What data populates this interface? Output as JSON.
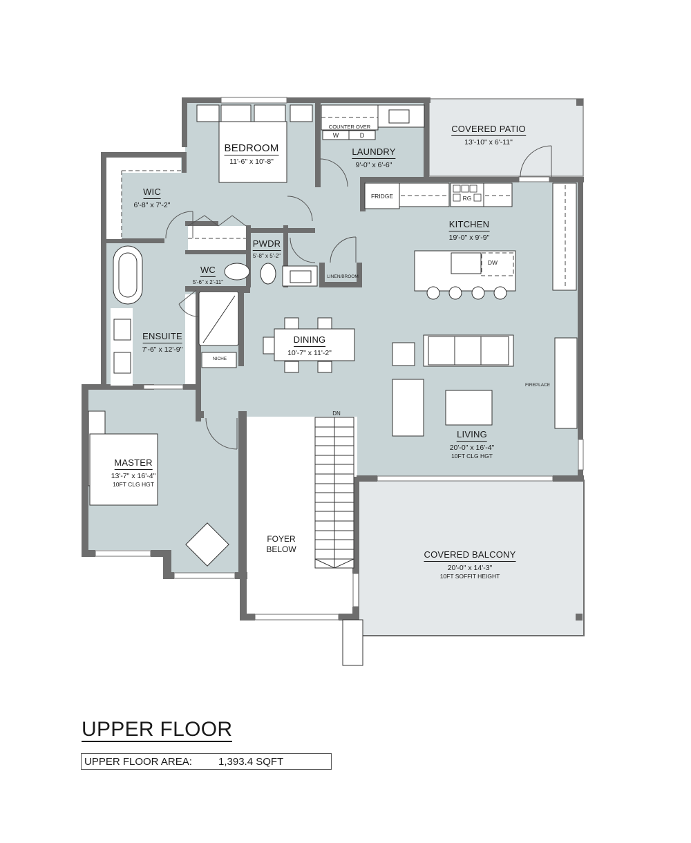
{
  "plan": {
    "title": "UPPER FLOOR",
    "area_label": "UPPER FLOOR AREA:",
    "area_value": "1,393.4 SQFT",
    "colors": {
      "interior_fill": "#c8d4d6",
      "exterior_fill": "#e4e8ea",
      "wall": "#6e6e6e",
      "fixture": "#ffffff",
      "text": "#1a1a1a"
    }
  },
  "rooms": {
    "bedroom": {
      "name": "BEDROOM",
      "dim": "11'-6\" x 10'-8\""
    },
    "laundry": {
      "name": "LAUNDRY",
      "dim": "9'-0\" x 6'-6\""
    },
    "covered_patio": {
      "name": "COVERED PATIO",
      "dim": "13'-10\" x 6'-11\""
    },
    "wic": {
      "name": "WIC",
      "dim": "6'-8\" x 7'-2\""
    },
    "pwdr": {
      "name": "PWDR",
      "dim": "5'-8\" x 5'-2\""
    },
    "wc": {
      "name": "WC",
      "dim": "5'-6\" x 2'-11\""
    },
    "kitchen": {
      "name": "KITCHEN",
      "dim": "19'-0\" x 9'-9\""
    },
    "ensuite": {
      "name": "ENSUITE",
      "dim": "7'-6\" x 12'-9\""
    },
    "dining": {
      "name": "DINING",
      "dim": "10'-7\" x 11'-2\""
    },
    "living": {
      "name": "LIVING",
      "dim": "20'-0\" x 16'-4\"",
      "note": "10FT CLG HGT"
    },
    "master": {
      "name": "MASTER",
      "dim": "13'-7\" x 16'-4\"",
      "note": "10FT CLG HGT"
    },
    "foyer": {
      "line1": "FOYER",
      "line2": "BELOW"
    },
    "covered_balcony": {
      "name": "COVERED BALCONY",
      "dim": "20'-0\" x 14'-3\"",
      "note": "10FT SOFFIT HEIGHT"
    }
  },
  "fixtures": {
    "counter_over": "COUNTER OVER",
    "washer": "W",
    "dryer": "D",
    "fridge": "FRIDGE",
    "range": "RG",
    "dishwasher": "DW",
    "linen": "LINEN/BROOM",
    "niche": "NICHE",
    "fireplace": "FIREPLACE",
    "stairs_down": "DN"
  }
}
